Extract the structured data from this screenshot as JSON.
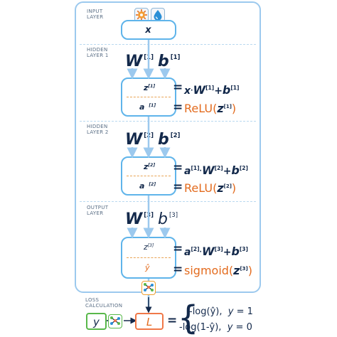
{
  "layers": {
    "input_label_1": "INPUT",
    "input_label_2": "LAYER",
    "hidden1_label_1": "HIDDEN",
    "hidden1_label_2": "LAYER 1",
    "hidden2_label_1": "HIDDEN",
    "hidden2_label_2": "LAYER 2",
    "output_label_1": "OUTPUT",
    "output_label_2": "LAYER",
    "loss_label_1": "LOSS",
    "loss_label_2": "CALCULATION"
  },
  "input": {
    "var": "x",
    "icons": [
      "sun-gear-icon",
      "water-drop-icon"
    ]
  },
  "hidden1": {
    "weight": "W",
    "weight_sup": "[1]",
    "bias": "b",
    "bias_sup": "[1]",
    "z": "z",
    "z_sup": "[1]",
    "a": "a",
    "a_sup": "[1]",
    "z_rhs": {
      "x": "x",
      "dot": "·",
      "w": "W",
      "w_sup": "[1]",
      "plus": "+",
      "b": "b",
      "b_sup": "[1]"
    },
    "a_rhs": {
      "fn": "ReLU",
      "open": "(",
      "arg": "z",
      "arg_sup": "[1]",
      "close": ")"
    }
  },
  "hidden2": {
    "weight": "W",
    "weight_sup": "[2]",
    "bias": "b",
    "bias_sup": "[2]",
    "z": "z",
    "z_sup": "[2]",
    "a": "a",
    "a_sup": "[2]",
    "z_rhs": {
      "x": "a",
      "x_sup": "[1]",
      "dot": "·",
      "w": "W",
      "w_sup": "[2]",
      "plus": "+",
      "b": "b",
      "b_sup": "[2]"
    },
    "a_rhs": {
      "fn": "ReLU",
      "open": "(",
      "arg": "z",
      "arg_sup": "[2]",
      "close": ")"
    }
  },
  "output": {
    "weight": "W",
    "weight_sup": "[3]",
    "bias": "b",
    "bias_sup": "[3]",
    "z": "z",
    "z_sup": "[3]",
    "a": "ŷ",
    "z_rhs": {
      "x": "a",
      "x_sup": "[2]",
      "dot": "·",
      "w": "W",
      "w_sup": "[3]",
      "plus": "+",
      "b": "b",
      "b_sup": "[3]"
    },
    "a_rhs": {
      "fn": "sigmoid",
      "open": "(",
      "arg": "z",
      "arg_sup": "[3]",
      "close": ")"
    }
  },
  "equals": "=",
  "loss": {
    "y": "y",
    "L": "L",
    "eq": "=",
    "case1_expr": "-log(ŷ),",
    "case1_cond_var": "y",
    "case1_cond": " = 1",
    "case2_expr": "-log(1-ŷ),",
    "case2_cond_var": "y",
    "case2_cond": " = 0"
  },
  "colors": {
    "frame": "#9cc9ee",
    "box": "#5fb4ea",
    "ink": "#13294b",
    "activation": "#e36b1e",
    "y_box": "#58b84a",
    "loss_box": "#f07848",
    "arrow": "#9cc9ee"
  }
}
